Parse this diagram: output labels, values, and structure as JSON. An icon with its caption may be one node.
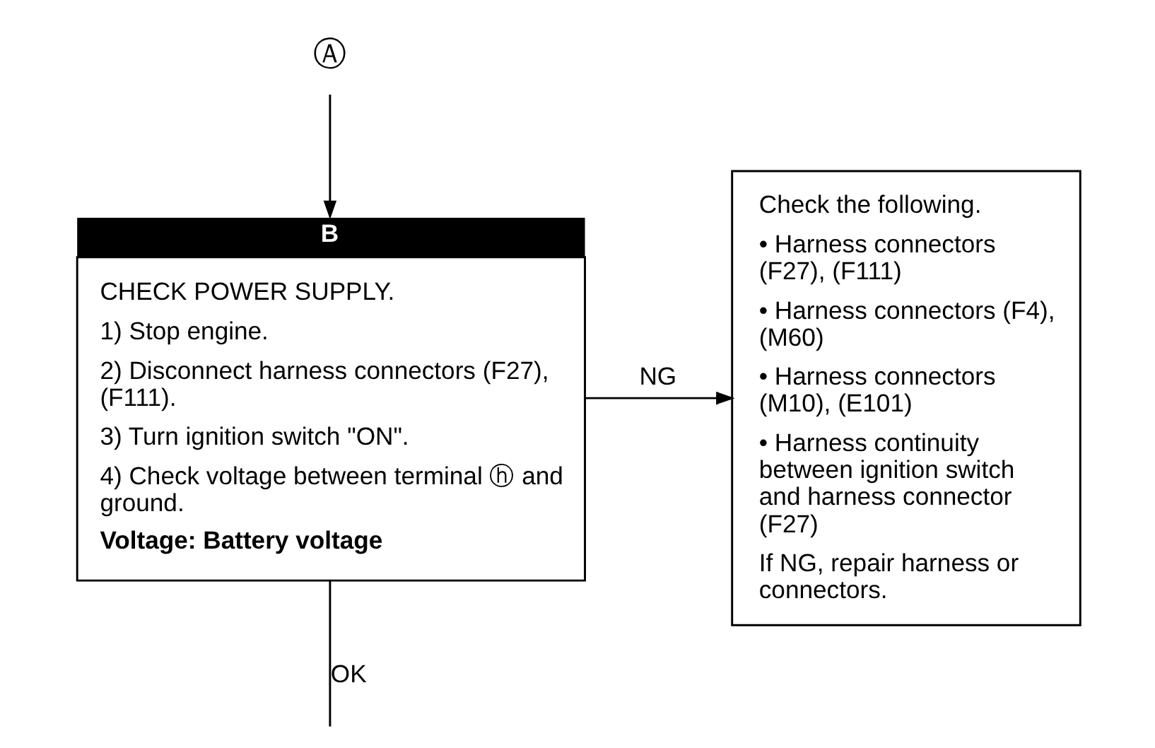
{
  "diagram": {
    "nodes": [
      {
        "text": [
          "Ⓐ"
        ]
      },
      {
        "text": [
          "B",
          "CHECK POWER SUPPLY.",
          "1) Stop engine.",
          "2) Disconnect harness connectors (F27), (F111).",
          "3) Turn ignition switch \"ON\".",
          "4) Check voltage between terminal ⓗ and ground.",
          "Voltage: Battery voltage"
        ]
      },
      {
        "text": [
          "Check the following.",
          "• Harness connectors (F27), (F111)",
          "• Harness connectors (F4), (M60)",
          "• Harness connectors (M10), (E101)",
          "• Harness continuity between ignition switch and harness connector (F27)",
          "If NG, repair harness or connectors."
        ]
      }
    ],
    "edges": [
      {
        "from": 0,
        "to": 1,
        "arrow": "to"
      },
      {
        "from": 1,
        "to": 2,
        "arrow": "to",
        "label": "NG"
      },
      {
        "from": 1,
        "to": null,
        "arrow": "none",
        "label": "OK"
      }
    ]
  }
}
